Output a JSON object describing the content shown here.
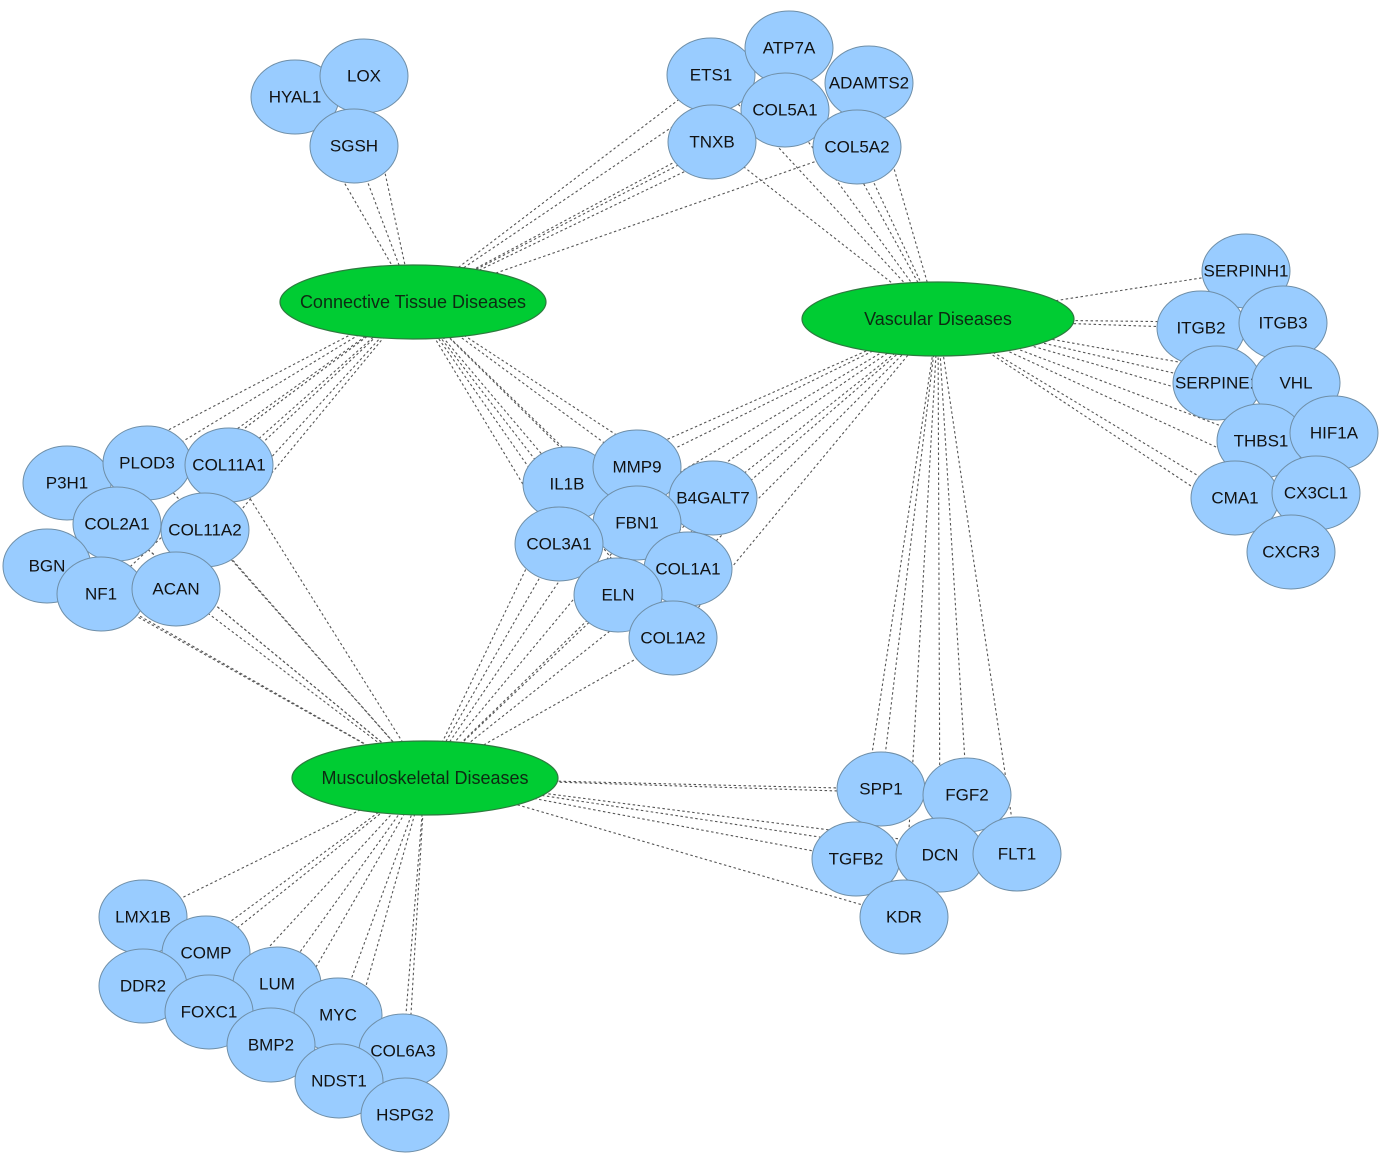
{
  "network": {
    "colors": {
      "gene": "#99ccff",
      "disease": "#00cc33",
      "edge": "#555555"
    },
    "diseases": [
      {
        "id": "CTD",
        "label": "Connective Tissue Diseases"
      },
      {
        "id": "VD",
        "label": "Vascular Diseases"
      },
      {
        "id": "MSD",
        "label": "Musculoskeletal Diseases"
      }
    ],
    "genes": [
      {
        "id": "HYAL1",
        "label": "HYAL1",
        "diseases": [
          "CTD"
        ]
      },
      {
        "id": "LOX",
        "label": "LOX",
        "diseases": [
          "CTD"
        ]
      },
      {
        "id": "SGSH",
        "label": "SGSH",
        "diseases": [
          "CTD"
        ]
      },
      {
        "id": "ETS1",
        "label": "ETS1",
        "diseases": [
          "CTD",
          "VD"
        ]
      },
      {
        "id": "ATP7A",
        "label": "ATP7A",
        "diseases": [
          "CTD",
          "VD"
        ]
      },
      {
        "id": "ADAMTS2",
        "label": "ADAMTS2",
        "diseases": [
          "CTD",
          "VD"
        ]
      },
      {
        "id": "COL5A1",
        "label": "COL5A1",
        "diseases": [
          "CTD",
          "VD"
        ]
      },
      {
        "id": "TNXB",
        "label": "TNXB",
        "diseases": [
          "CTD",
          "VD"
        ]
      },
      {
        "id": "COL5A2",
        "label": "COL5A2",
        "diseases": [
          "CTD",
          "VD"
        ]
      },
      {
        "id": "SERPINH1",
        "label": "SERPINH1",
        "diseases": [
          "VD"
        ]
      },
      {
        "id": "ITGB2",
        "label": "ITGB2",
        "diseases": [
          "VD"
        ]
      },
      {
        "id": "ITGB3",
        "label": "ITGB3",
        "diseases": [
          "VD"
        ]
      },
      {
        "id": "SERPINE1",
        "label": "SERPINE1",
        "diseases": [
          "VD"
        ]
      },
      {
        "id": "VHL",
        "label": "VHL",
        "diseases": [
          "VD"
        ]
      },
      {
        "id": "THBS1",
        "label": "THBS1",
        "diseases": [
          "VD"
        ]
      },
      {
        "id": "HIF1A",
        "label": "HIF1A",
        "diseases": [
          "VD"
        ]
      },
      {
        "id": "CMA1",
        "label": "CMA1",
        "diseases": [
          "VD"
        ]
      },
      {
        "id": "CX3CL1",
        "label": "CX3CL1",
        "diseases": [
          "VD"
        ]
      },
      {
        "id": "CXCR3",
        "label": "CXCR3",
        "diseases": [
          "VD"
        ]
      },
      {
        "id": "P3H1",
        "label": "P3H1",
        "diseases": [
          "CTD",
          "MSD"
        ]
      },
      {
        "id": "PLOD3",
        "label": "PLOD3",
        "diseases": [
          "CTD",
          "MSD"
        ]
      },
      {
        "id": "COL11A1",
        "label": "COL11A1",
        "diseases": [
          "CTD",
          "MSD"
        ]
      },
      {
        "id": "COL2A1",
        "label": "COL2A1",
        "diseases": [
          "CTD",
          "MSD"
        ]
      },
      {
        "id": "COL11A2",
        "label": "COL11A2",
        "diseases": [
          "CTD",
          "MSD"
        ]
      },
      {
        "id": "BGN",
        "label": "BGN",
        "diseases": [
          "CTD",
          "MSD"
        ]
      },
      {
        "id": "NF1",
        "label": "NF1",
        "diseases": [
          "CTD",
          "MSD"
        ]
      },
      {
        "id": "ACAN",
        "label": "ACAN",
        "diseases": [
          "CTD",
          "MSD"
        ]
      },
      {
        "id": "IL1B",
        "label": "IL1B",
        "diseases": [
          "CTD",
          "VD",
          "MSD"
        ]
      },
      {
        "id": "MMP9",
        "label": "MMP9",
        "diseases": [
          "CTD",
          "VD",
          "MSD"
        ]
      },
      {
        "id": "B4GALT7",
        "label": "B4GALT7",
        "diseases": [
          "CTD",
          "VD",
          "MSD"
        ]
      },
      {
        "id": "FBN1",
        "label": "FBN1",
        "diseases": [
          "CTD",
          "VD",
          "MSD"
        ]
      },
      {
        "id": "COL3A1",
        "label": "COL3A1",
        "diseases": [
          "CTD",
          "VD",
          "MSD"
        ]
      },
      {
        "id": "COL1A1",
        "label": "COL1A1",
        "diseases": [
          "CTD",
          "VD",
          "MSD"
        ]
      },
      {
        "id": "ELN",
        "label": "ELN",
        "diseases": [
          "CTD",
          "VD",
          "MSD"
        ]
      },
      {
        "id": "COL1A2",
        "label": "COL1A2",
        "diseases": [
          "CTD",
          "VD",
          "MSD"
        ]
      },
      {
        "id": "SPP1",
        "label": "SPP1",
        "diseases": [
          "VD",
          "MSD"
        ]
      },
      {
        "id": "FGF2",
        "label": "FGF2",
        "diseases": [
          "VD",
          "MSD"
        ]
      },
      {
        "id": "TGFB2",
        "label": "TGFB2",
        "diseases": [
          "VD",
          "MSD"
        ]
      },
      {
        "id": "DCN",
        "label": "DCN",
        "diseases": [
          "VD",
          "MSD"
        ]
      },
      {
        "id": "FLT1",
        "label": "FLT1",
        "diseases": [
          "VD",
          "MSD"
        ]
      },
      {
        "id": "KDR",
        "label": "KDR",
        "diseases": [
          "VD",
          "MSD"
        ]
      },
      {
        "id": "LMX1B",
        "label": "LMX1B",
        "diseases": [
          "MSD"
        ]
      },
      {
        "id": "COMP",
        "label": "COMP",
        "diseases": [
          "MSD"
        ]
      },
      {
        "id": "DDR2",
        "label": "DDR2",
        "diseases": [
          "MSD"
        ]
      },
      {
        "id": "LUM",
        "label": "LUM",
        "diseases": [
          "MSD"
        ]
      },
      {
        "id": "FOXC1",
        "label": "FOXC1",
        "diseases": [
          "MSD"
        ]
      },
      {
        "id": "MYC",
        "label": "MYC",
        "diseases": [
          "MSD"
        ]
      },
      {
        "id": "BMP2",
        "label": "BMP2",
        "diseases": [
          "MSD"
        ]
      },
      {
        "id": "COL6A3",
        "label": "COL6A3",
        "diseases": [
          "MSD"
        ]
      },
      {
        "id": "NDST1",
        "label": "NDST1",
        "diseases": [
          "MSD"
        ]
      },
      {
        "id": "HSPG2",
        "label": "HSPG2",
        "diseases": [
          "MSD"
        ]
      }
    ]
  }
}
